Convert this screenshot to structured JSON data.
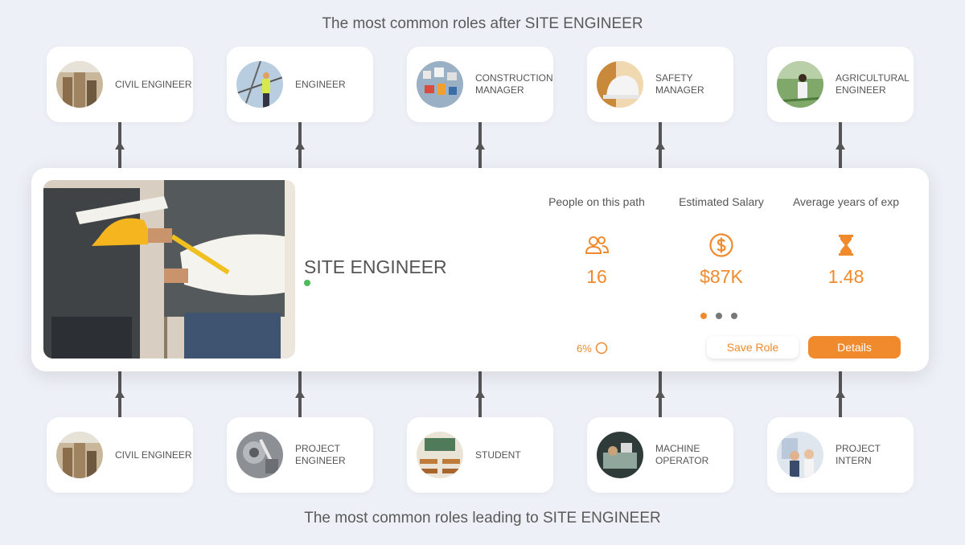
{
  "headings": {
    "top": "The most common roles after SITE ENGINEER",
    "bottom": "The most common roles leading to SITE ENGINEER"
  },
  "next_roles": [
    {
      "label": "CIVIL ENGINEER",
      "image": "buildings-photo"
    },
    {
      "label": "ENGINEER",
      "image": "worker-photo"
    },
    {
      "label": "CONSTRUCTION MANAGER",
      "image": "tools-photo"
    },
    {
      "label": "SAFETY MANAGER",
      "image": "helmet-photo"
    },
    {
      "label": "AGRICULTURAL ENGINEER",
      "image": "field-photo"
    }
  ],
  "previous_roles": [
    {
      "label": "CIVIL ENGINEER",
      "image": "buildings-photo"
    },
    {
      "label": "PROJECT ENGINEER",
      "image": "machinery-photo"
    },
    {
      "label": "STUDENT",
      "image": "classroom-photo"
    },
    {
      "label": "MACHINE OPERATOR",
      "image": "machine-photo"
    },
    {
      "label": "PROJECT INTERN",
      "image": "office-photo"
    }
  ],
  "current_role": {
    "title": "SITE ENGINEER",
    "status_color": "#4cbb5a",
    "stats": [
      {
        "label": "People on this path",
        "icon": "people-icon",
        "value": "16"
      },
      {
        "label": "Estimated Salary",
        "icon": "dollar-icon",
        "value": "$87K"
      },
      {
        "label": "Average years of exp",
        "icon": "hourglass-icon",
        "value": "1.48"
      }
    ],
    "match_percent": "6%",
    "carousel_active": 1,
    "carousel_count": 3,
    "save_label": "Save Role",
    "details_label": "Details"
  },
  "colors": {
    "accent": "#f08a2c",
    "background": "#eef0f7",
    "text": "#555555"
  }
}
